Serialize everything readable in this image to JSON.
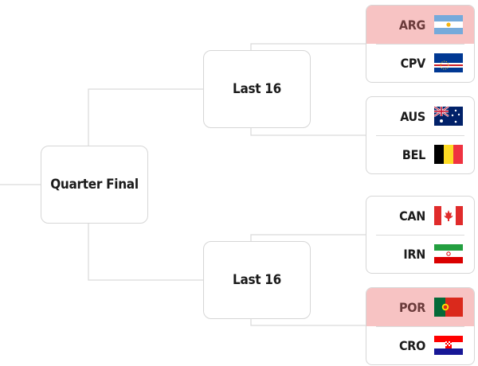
{
  "rounds": {
    "quarter_final": "Quarter Final",
    "last16_top": "Last 16",
    "last16_bottom": "Last 16"
  },
  "matches": [
    {
      "teams": [
        {
          "code": "ARG",
          "flag": "argentina-flag-icon",
          "winner": true
        },
        {
          "code": "CPV",
          "flag": "cape-verde-flag-icon",
          "winner": false
        }
      ]
    },
    {
      "teams": [
        {
          "code": "AUS",
          "flag": "australia-flag-icon",
          "winner": false
        },
        {
          "code": "BEL",
          "flag": "belgium-flag-icon",
          "winner": false
        }
      ]
    },
    {
      "teams": [
        {
          "code": "CAN",
          "flag": "canada-flag-icon",
          "winner": false
        },
        {
          "code": "IRN",
          "flag": "iran-flag-icon",
          "winner": false
        }
      ]
    },
    {
      "teams": [
        {
          "code": "POR",
          "flag": "portugal-flag-icon",
          "winner": true
        },
        {
          "code": "CRO",
          "flag": "croatia-flag-icon",
          "winner": false
        }
      ]
    }
  ],
  "colors": {
    "winner_highlight": "#f7c3c3",
    "connector_line": "#d9d9d9",
    "card_border": "#d6d6d6"
  }
}
